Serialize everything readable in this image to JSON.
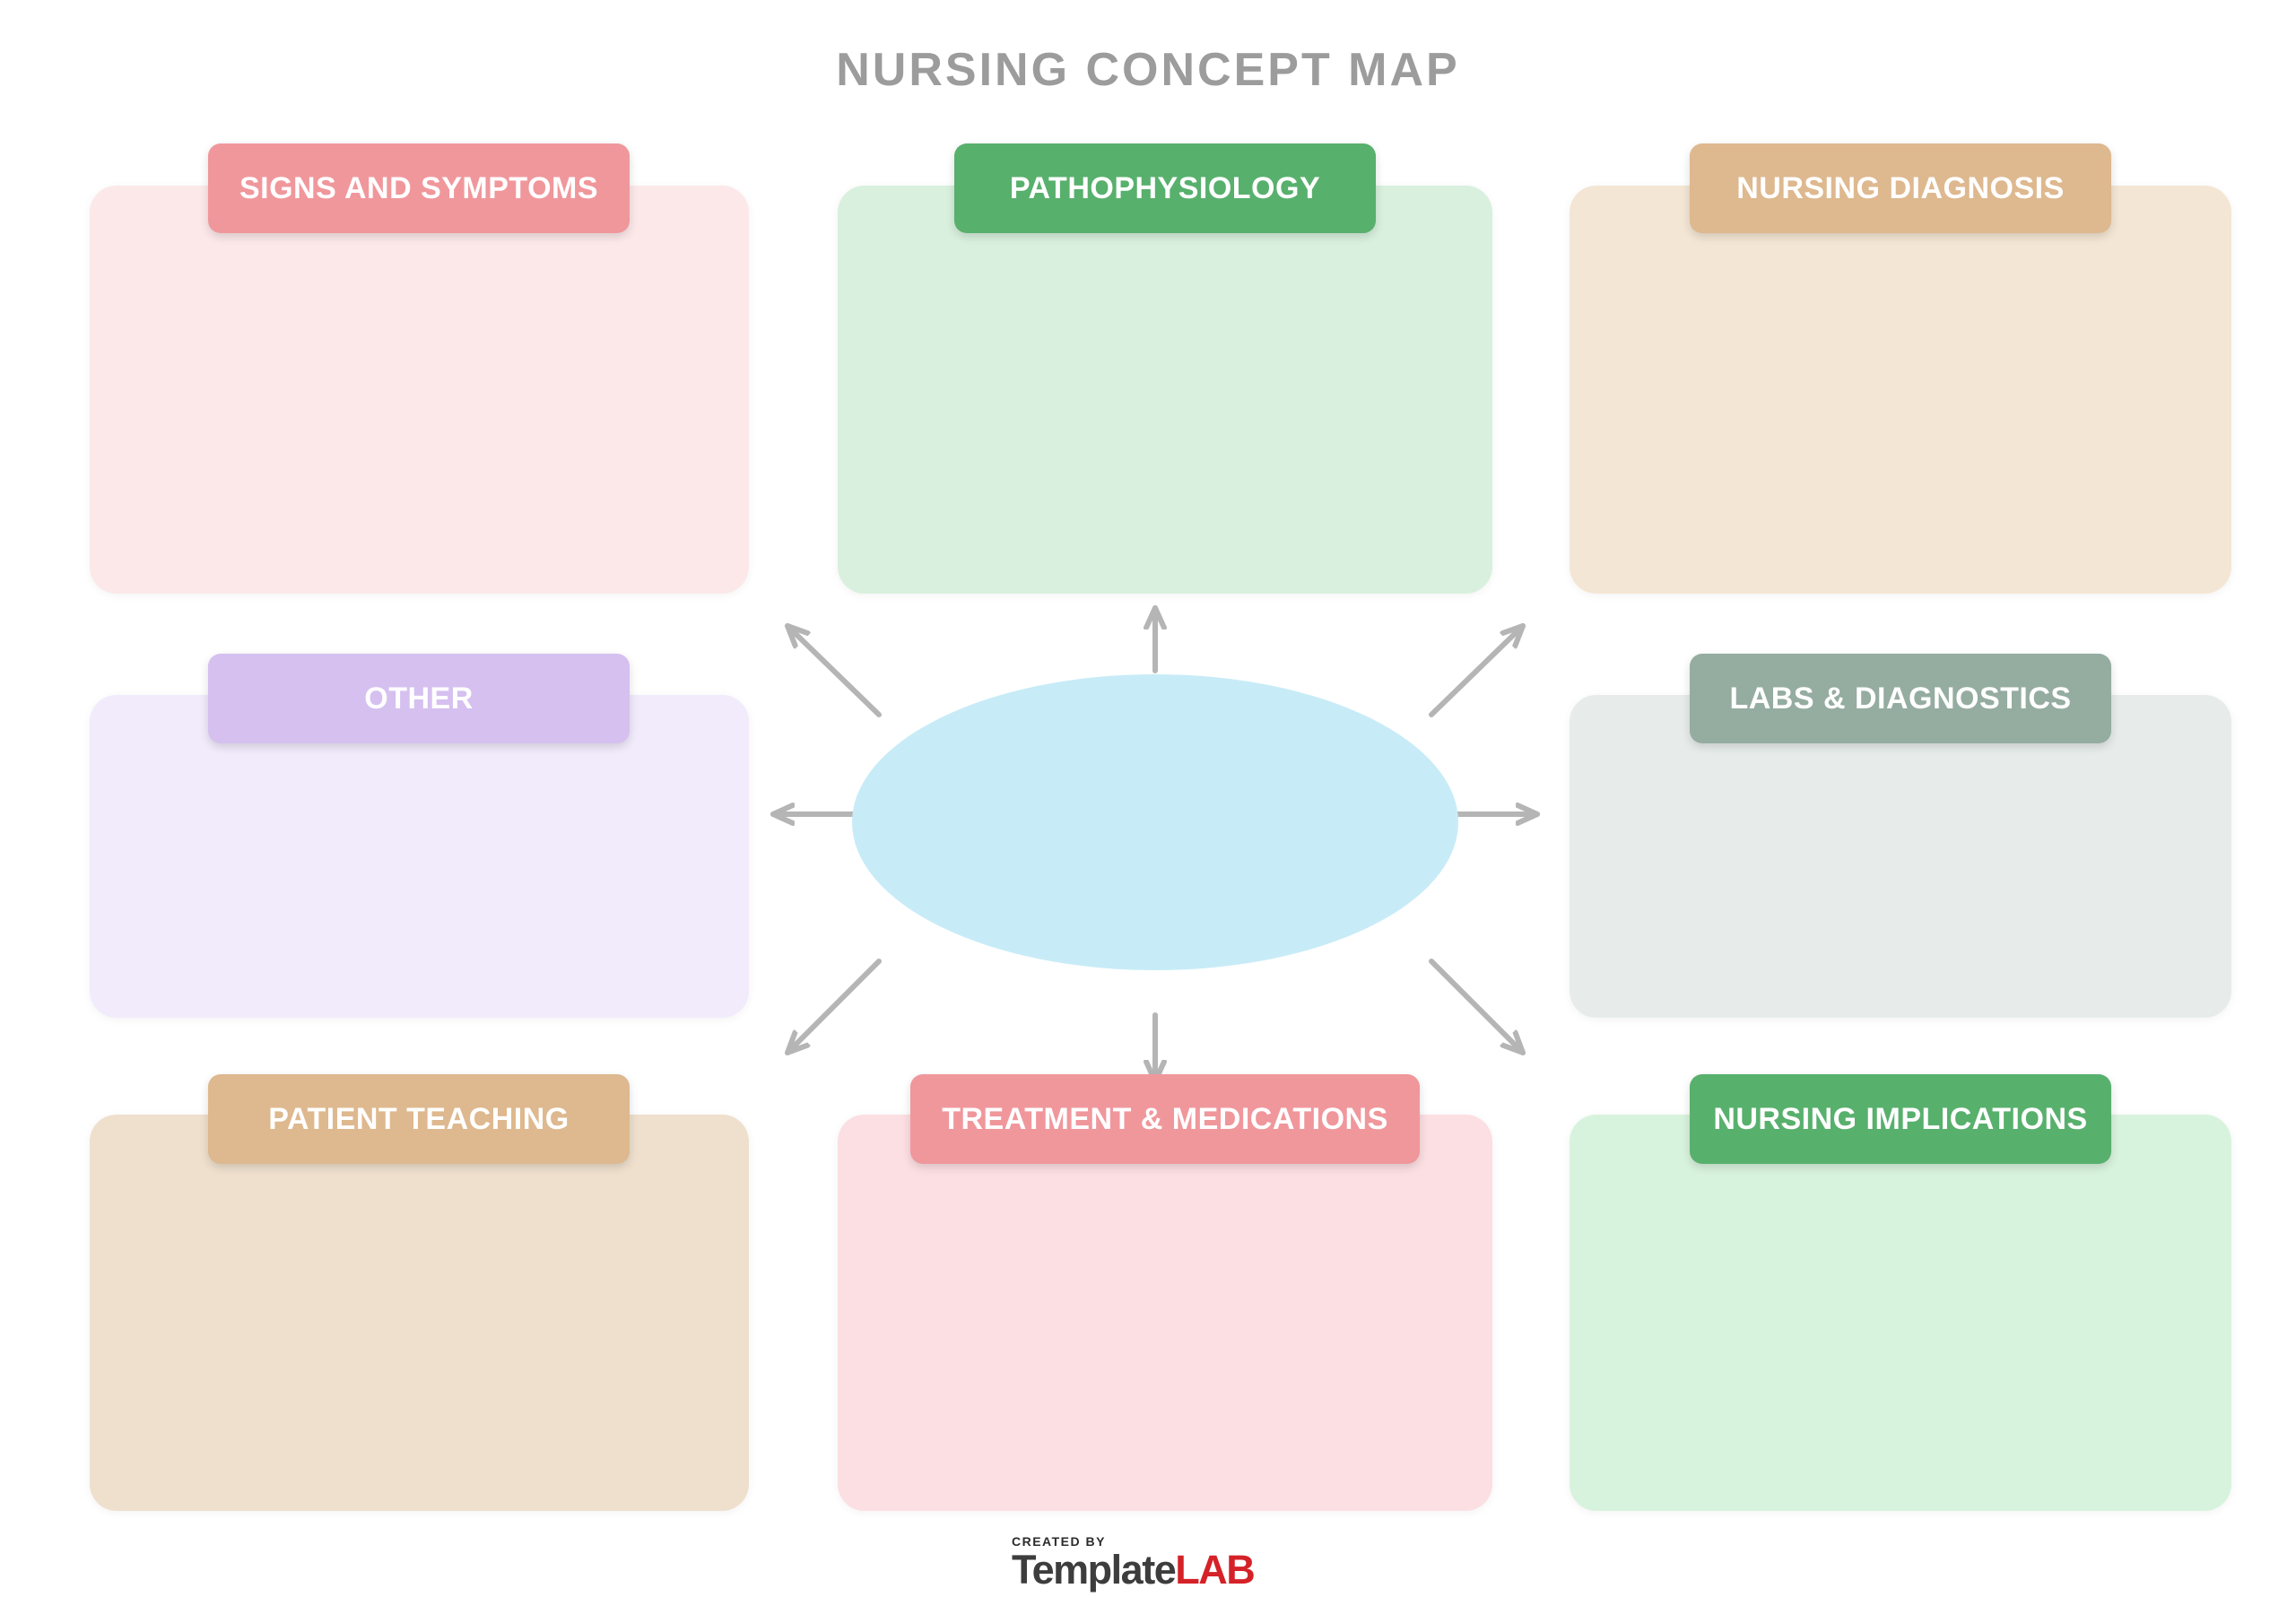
{
  "title": "NURSING CONCEPT MAP",
  "colors": {
    "page_bg": "#ffffff",
    "title": "#9c9c9c",
    "header_text": "#ffffff",
    "arrow": "#b5b5b5",
    "ellipse_fill": "#c8ecf7",
    "created_by": "#2b2b2b",
    "brand_dark": "#3d3d3d",
    "brand_red": "#d52128"
  },
  "boxes": [
    {
      "label": "SIGNS AND SYMPTOMS",
      "header_bg": "#f0979c",
      "body_bg": "#fce8e9"
    },
    {
      "label": "PATHOPHYSIOLOGY",
      "header_bg": "#58b06d",
      "body_bg": "#d8f0dd"
    },
    {
      "label": "NURSING DIAGNOSIS",
      "header_bg": "#deb88e",
      "body_bg": "#f4e6d4"
    },
    {
      "label": "OTHER",
      "header_bg": "#d5c0f0",
      "body_bg": "#f1ebfb"
    },
    {
      "label": "LABS & DIAGNOSTICS",
      "header_bg": "#95aca1",
      "body_bg": "#e7ecea"
    },
    {
      "label": "PATIENT TEACHING",
      "header_bg": "#deb88e",
      "body_bg": "#efe0cd"
    },
    {
      "label": "TREATMENT & MEDICATIONS",
      "header_bg": "#f0979c",
      "body_bg": "#fcdfe3"
    },
    {
      "label": "NURSING IMPLICATIONS",
      "header_bg": "#58b06d",
      "body_bg": "#d8f3dd"
    }
  ],
  "footer": {
    "created_by": "CREATED BY",
    "brand_dark": "Template",
    "brand_red": "LAB"
  }
}
